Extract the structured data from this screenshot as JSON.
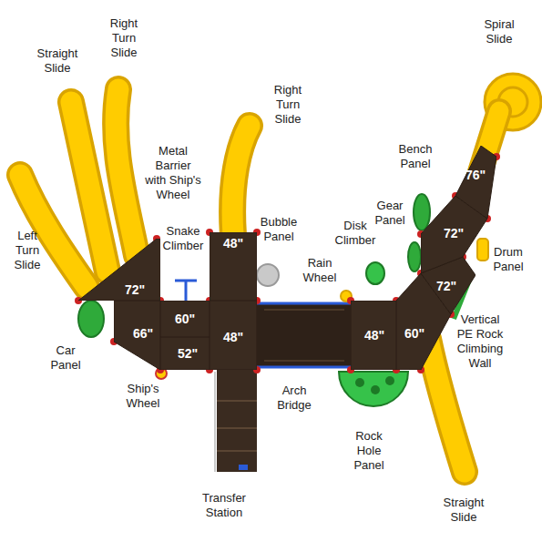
{
  "diagram": {
    "nodes": [
      {
        "text": [
          "72\""
        ]
      },
      {
        "text": [
          "60\""
        ]
      },
      {
        "text": [
          "66\""
        ]
      },
      {
        "text": [
          "52\""
        ]
      },
      {
        "text": [
          "48\""
        ]
      },
      {
        "text": [
          "48\""
        ]
      },
      {
        "text": [
          "48\""
        ]
      },
      {
        "text": [
          "60\""
        ]
      },
      {
        "text": [
          "72\""
        ]
      },
      {
        "text": [
          "72\""
        ]
      },
      {
        "text": [
          "76\""
        ]
      }
    ],
    "labels": [
      "Straight Slide",
      "Right Turn Slide",
      "Right Turn Slide",
      "Spiral Slide",
      "Metal Barrier with Ship's Wheel",
      "Bench Panel",
      "Gear Panel",
      "Bubble Panel",
      "Disk Climber",
      "Snake Climber",
      "Left Turn Slide",
      "Drum Panel",
      "Rain Wheel",
      "Vertical PE Rock Climbing Wall",
      "Car Panel",
      "Ship's Wheel",
      "Arch Bridge",
      "Rock Hole Panel",
      "Transfer Station",
      "Straight Slide"
    ]
  }
}
